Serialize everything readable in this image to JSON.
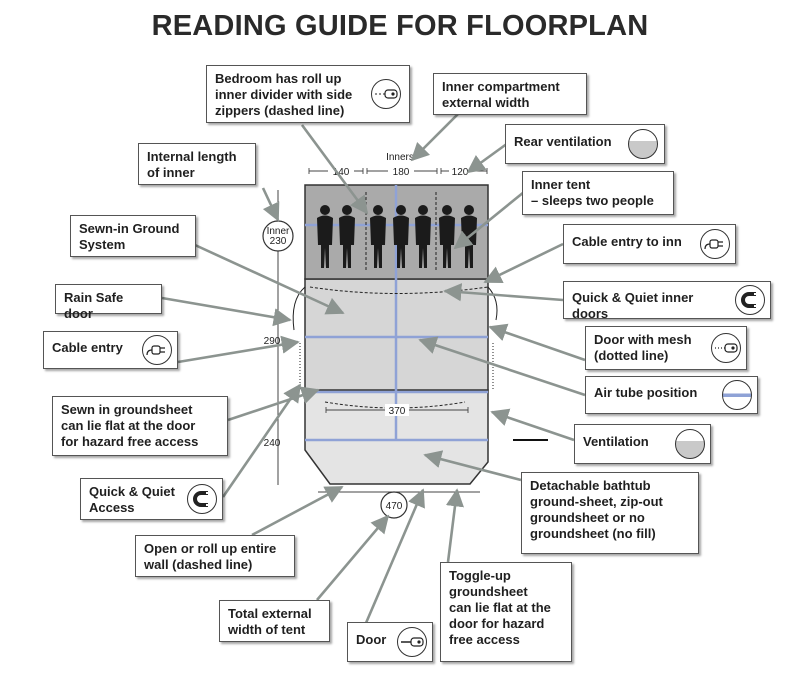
{
  "title": "READING GUIDE FOR FLOORPLAN",
  "dimensions": {
    "inners_label": "Inners",
    "inner_left": "140",
    "inner_mid": "180",
    "inner_right": "120",
    "inner_length_circle": "Inner\n230",
    "side_290": "290",
    "side_240": "240",
    "width_370": "370",
    "total_470": "470"
  },
  "callouts": {
    "bedroom_divider": "Bedroom has roll up\ninner divider with side\nzippers (dashed line)",
    "inner_compartment_width": "Inner compartment\nexternal width",
    "rear_ventilation": "Rear ventilation",
    "internal_length": "Internal length\nof inner",
    "inner_tent": "Inner tent\n– sleeps two people",
    "sewn_in_ground": "Sewn-in Ground\nSystem",
    "cable_entry_inner": "Cable entry to inn",
    "rain_safe_door": "Rain Safe door",
    "quiet_inner_doors": "Quick & Quiet inner doors",
    "cable_entry": "Cable entry",
    "door_with_mesh": "Door with mesh\n(dotted line)",
    "air_tube_position": "Air tube position",
    "sewn_groundsheet_flat": "Sewn in groundsheet\ncan lie flat at the door\nfor hazard free access",
    "ventilation": "Ventilation",
    "quick_quiet_access": "Quick & Quiet\nAccess",
    "detachable_bathtub": "Detachable bathtub\nground-sheet, zip-out\ngroundsheet or no\ngroundsheet (no fill)",
    "open_roll_up_wall": "Open or roll up entire\nwall (dashed line)",
    "toggle_up_groundsheet": "Toggle-up\ngroundsheet\ncan lie flat at the\ndoor for hazard\nfree access",
    "total_external_width": "Total external\nwidth of tent",
    "door": "Door"
  },
  "colors": {
    "inner_fill": "#aaaaaa",
    "living_fill": "#d6d6d6",
    "porch_fill": "#e4e4e4",
    "air_tube": "#8fa2d6",
    "arrow": "#8c9490",
    "person": "#1b1b1b"
  },
  "people_count": 7
}
